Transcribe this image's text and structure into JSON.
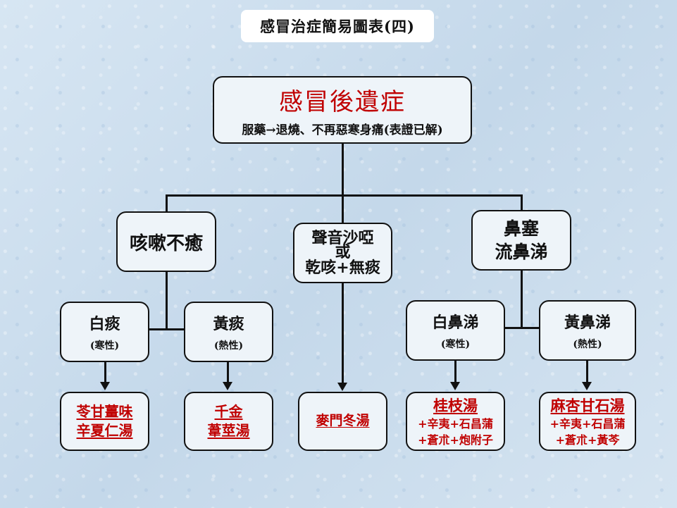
{
  "title": "感冒治症簡易圖表(四)",
  "root": {
    "heading": "感冒後遺症",
    "note": "服藥→退燒、不再惡寒身痛(表證已解)"
  },
  "branches": {
    "cough": {
      "label": "咳嗽不癒",
      "white": {
        "label": "白痰",
        "sub": "(寒性)",
        "rx": [
          "苓甘薑味",
          "辛夏仁湯"
        ]
      },
      "yellow": {
        "label": "黃痰",
        "sub": "(熱性)",
        "rx": [
          "千金",
          "葦莖湯"
        ]
      }
    },
    "voice": {
      "lines": [
        "聲音沙啞",
        "或",
        "乾咳+無痰"
      ],
      "rx": "麥門冬湯"
    },
    "nose": {
      "lines": [
        "鼻塞",
        "流鼻涕"
      ],
      "white": {
        "label": "白鼻涕",
        "sub": "(寒性)",
        "rx_title": "桂枝湯",
        "rx": [
          "+辛夷+石昌蒲",
          "+蒼朮+炮附子"
        ]
      },
      "yellow": {
        "label": "黃鼻涕",
        "sub": "(熱性)",
        "rx_title": "麻杏甘石湯",
        "rx": [
          "+辛夷+石昌蒲",
          "+蒼朮+黃芩"
        ]
      }
    }
  }
}
